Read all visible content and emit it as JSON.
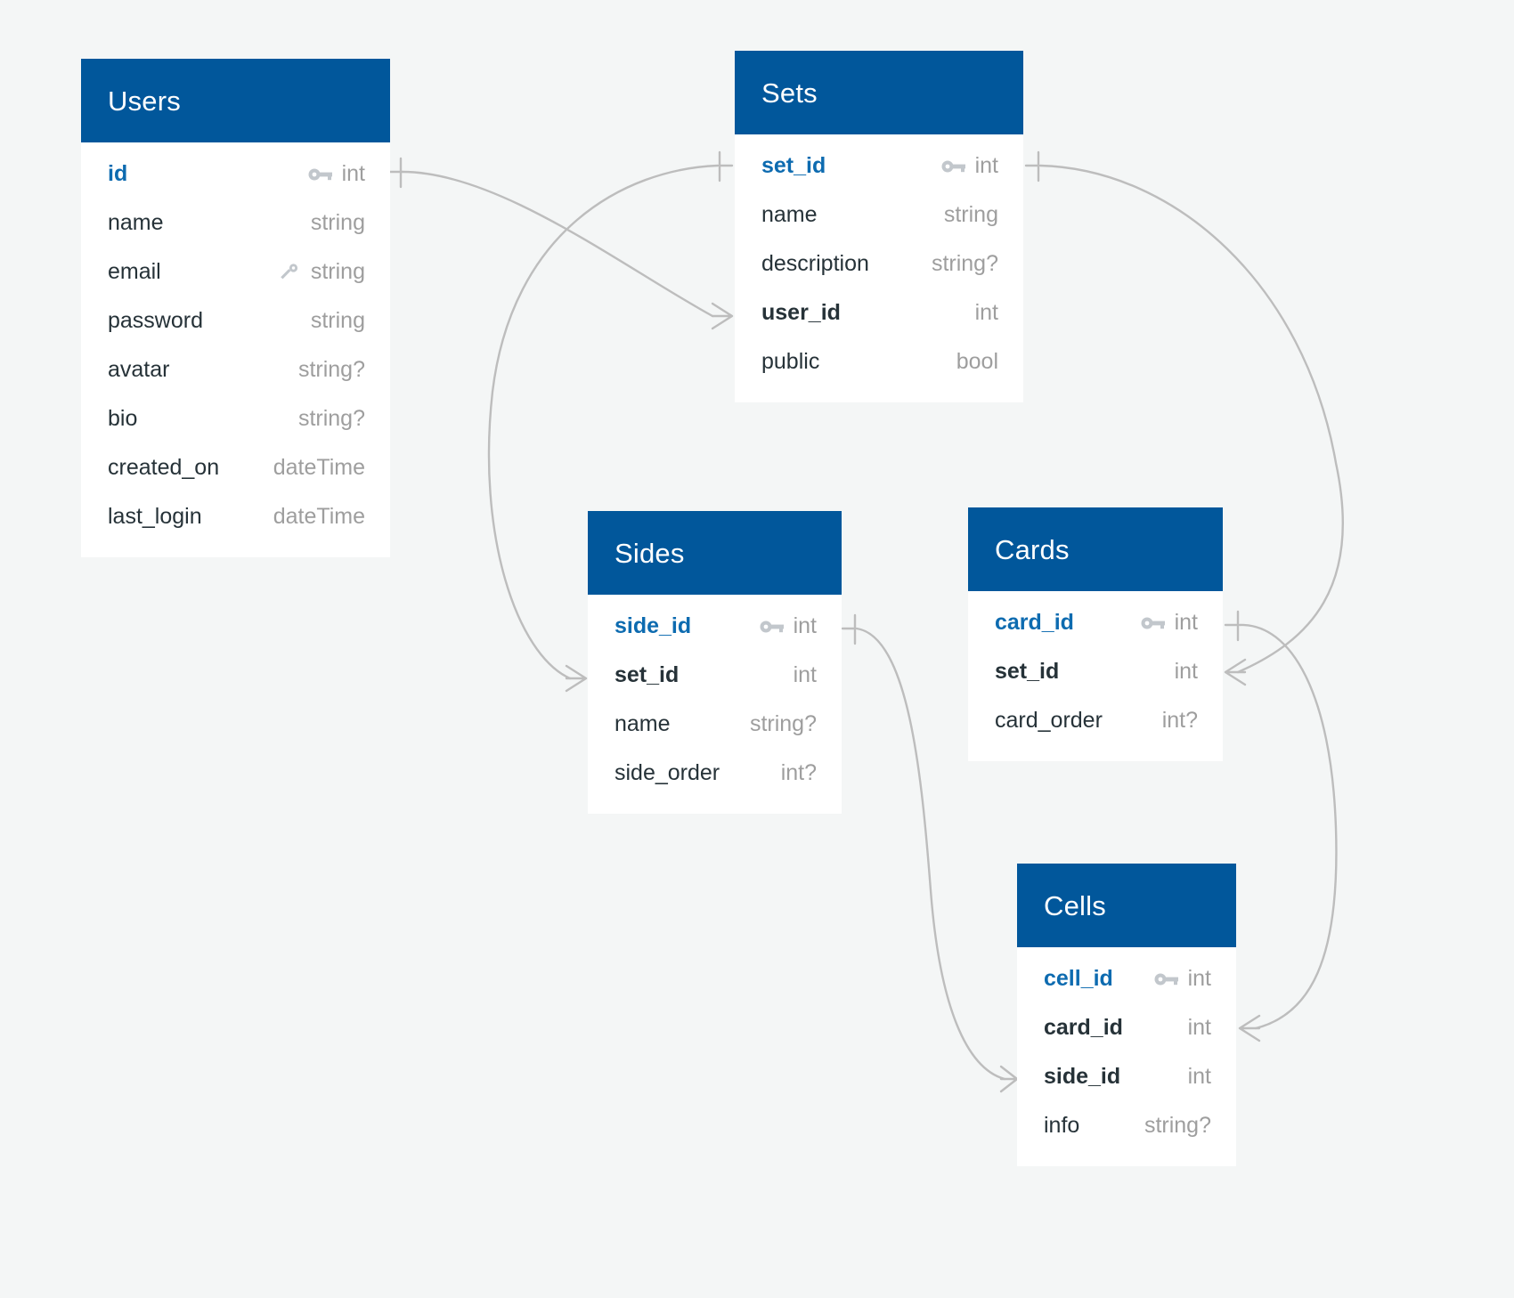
{
  "diagram": {
    "type": "entity-relationship-diagram",
    "background_color": "#f4f6f6",
    "header_color": "#01579b",
    "header_text_color": "#ffffff",
    "pk_text_color": "#0d6bb0",
    "fk_text_color": "#263238",
    "type_text_color": "#9e9e9e",
    "edge_color": "#bdbdbd"
  },
  "entities": [
    {
      "id": "users",
      "title": "Users",
      "attributes": [
        {
          "name": "id",
          "type": "int",
          "icon": "key-icon",
          "key": "pk"
        },
        {
          "name": "name",
          "type": "string",
          "icon": "",
          "key": ""
        },
        {
          "name": "email",
          "type": "string",
          "icon": "unique-icon",
          "key": ""
        },
        {
          "name": "password",
          "type": "string",
          "icon": "",
          "key": ""
        },
        {
          "name": "avatar",
          "type": "string?",
          "icon": "",
          "key": ""
        },
        {
          "name": "bio",
          "type": "string?",
          "icon": "",
          "key": ""
        },
        {
          "name": "created_on",
          "type": "dateTime",
          "icon": "",
          "key": ""
        },
        {
          "name": "last_login",
          "type": "dateTime",
          "icon": "",
          "key": ""
        }
      ]
    },
    {
      "id": "sets",
      "title": "Sets",
      "attributes": [
        {
          "name": "set_id",
          "type": "int",
          "icon": "key-icon",
          "key": "pk"
        },
        {
          "name": "name",
          "type": "string",
          "icon": "",
          "key": ""
        },
        {
          "name": "description",
          "type": "string?",
          "icon": "",
          "key": ""
        },
        {
          "name": "user_id",
          "type": "int",
          "icon": "",
          "key": "fk"
        },
        {
          "name": "public",
          "type": "bool",
          "icon": "",
          "key": ""
        }
      ]
    },
    {
      "id": "sides",
      "title": "Sides",
      "attributes": [
        {
          "name": "side_id",
          "type": "int",
          "icon": "key-icon",
          "key": "pk"
        },
        {
          "name": "set_id",
          "type": "int",
          "icon": "",
          "key": "fk"
        },
        {
          "name": "name",
          "type": "string?",
          "icon": "",
          "key": ""
        },
        {
          "name": "side_order",
          "type": "int?",
          "icon": "",
          "key": ""
        }
      ]
    },
    {
      "id": "cards",
      "title": "Cards",
      "attributes": [
        {
          "name": "card_id",
          "type": "int",
          "icon": "key-icon",
          "key": "pk"
        },
        {
          "name": "set_id",
          "type": "int",
          "icon": "",
          "key": "fk"
        },
        {
          "name": "card_order",
          "type": "int?",
          "icon": "",
          "key": ""
        }
      ]
    },
    {
      "id": "cells",
      "title": "Cells",
      "attributes": [
        {
          "name": "cell_id",
          "type": "int",
          "icon": "key-icon",
          "key": "pk"
        },
        {
          "name": "card_id",
          "type": "int",
          "icon": "",
          "key": "fk"
        },
        {
          "name": "side_id",
          "type": "int",
          "icon": "",
          "key": "fk"
        },
        {
          "name": "info",
          "type": "string?",
          "icon": "",
          "key": ""
        }
      ]
    }
  ],
  "relationships": [
    {
      "id": "users-sets",
      "from": "Users.id",
      "to": "Sets.user_id",
      "from_cardinality": "one",
      "to_cardinality": "many"
    },
    {
      "id": "sets-sides",
      "from": "Sets.set_id",
      "to": "Sides.set_id",
      "from_cardinality": "one",
      "to_cardinality": "many"
    },
    {
      "id": "sets-cards",
      "from": "Sets.set_id",
      "to": "Cards.set_id",
      "from_cardinality": "one",
      "to_cardinality": "many"
    },
    {
      "id": "cards-cells",
      "from": "Cards.card_id",
      "to": "Cells.card_id",
      "from_cardinality": "one",
      "to_cardinality": "many"
    },
    {
      "id": "sides-cells",
      "from": "Sides.side_id",
      "to": "Cells.side_id",
      "from_cardinality": "one",
      "to_cardinality": "many"
    }
  ]
}
